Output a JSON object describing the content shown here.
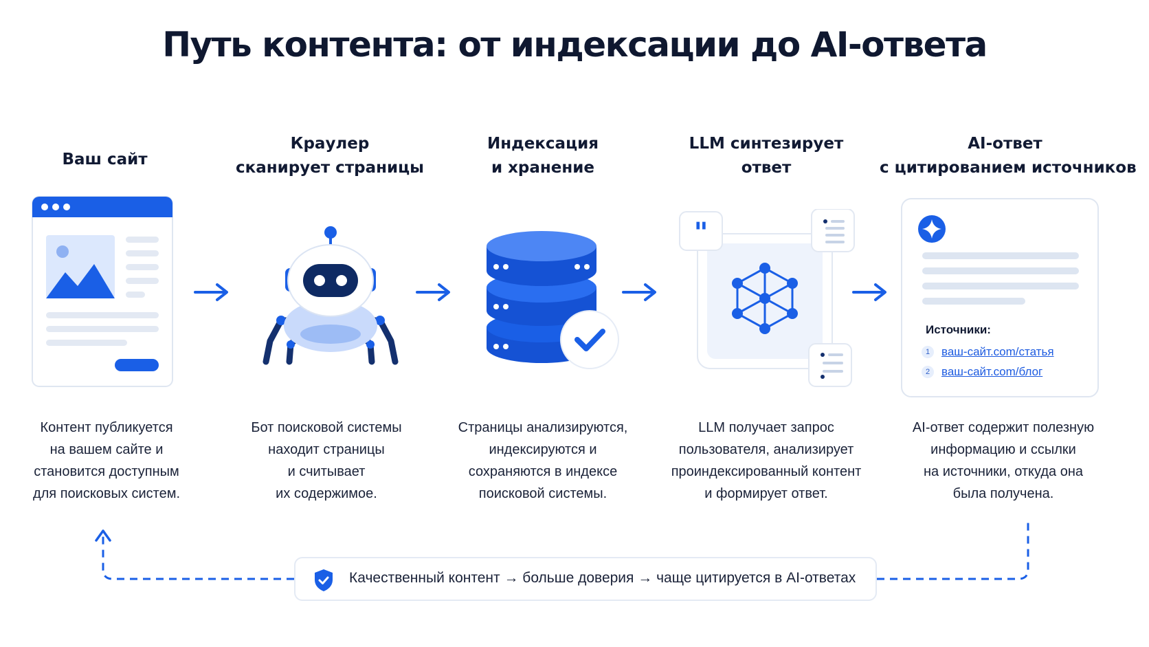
{
  "title": "Путь контента: от индексации до AI-ответа",
  "steps": [
    {
      "title_lines": [
        "Ваш сайт"
      ],
      "desc_lines": [
        "Контент публикуется",
        "на вашем сайте и",
        "становится доступным",
        "для поисковых систем."
      ]
    },
    {
      "title_lines": [
        "Краулер",
        "сканирует страницы"
      ],
      "desc_lines": [
        "Бот поисковой системы",
        "находит страницы",
        "и считывает",
        "их содержимое."
      ]
    },
    {
      "title_lines": [
        "Индексация",
        "и хранение"
      ],
      "desc_lines": [
        "Страницы анализируются,",
        "индексируются и",
        "сохраняются в индексе",
        "поисковой системы."
      ]
    },
    {
      "title_lines": [
        "LLM синтезирует",
        "ответ"
      ],
      "desc_lines": [
        "LLM получает запрос",
        "пользователя, анализирует",
        "проиндексированный контент",
        "и формирует ответ."
      ]
    },
    {
      "title_lines": [
        "AI-ответ",
        "с цитированием источников"
      ],
      "desc_lines": [
        "AI-ответ содержит полезную",
        "информацию и ссылки",
        "на источники, откуда она",
        "была получена."
      ]
    }
  ],
  "sources": {
    "title": "Источники:",
    "items": [
      {
        "num": "1",
        "link": "ваш-сайт.com/статья"
      },
      {
        "num": "2",
        "link": "ваш-сайт.com/блог"
      }
    ]
  },
  "footer": {
    "text": "Качественный контент → больше доверия → чаще цитируется в AI-ответах"
  },
  "icons": {
    "browser": "browser-window-icon",
    "robot": "crawler-robot-icon",
    "database": "database-check-icon",
    "llm": "neural-network-icon",
    "answer": "ai-answer-card-icon",
    "shield": "shield-icon"
  },
  "colors": {
    "accent": "#1a5fe6",
    "accent_dark": "#0d3fb8",
    "text": "#111a33",
    "light_blue": "#e7eefb",
    "gray_line": "#dde4ee"
  }
}
